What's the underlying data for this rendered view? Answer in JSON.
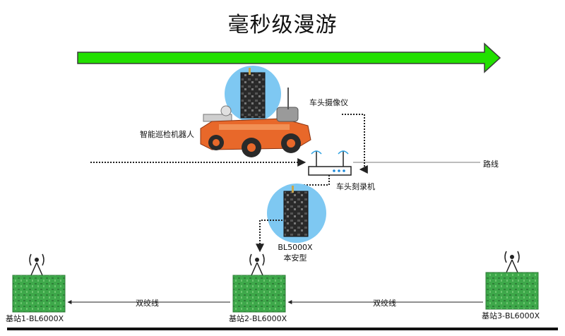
{
  "title": "毫秒级漫游",
  "labels": {
    "robot": "智能巡检机器人",
    "camera": "车头摄像仪",
    "route": "路线",
    "recorder": "车头刻录机",
    "module_line1": "BL5000X",
    "module_line2": "本安型",
    "cable_left": "双绞线",
    "cable_right": "双绞线",
    "station1": "基站1-BL6000X",
    "station2": "基站2-BL6000X",
    "station3": "基站3-BL6000X"
  },
  "colors": {
    "arrow_fill": "#22e000",
    "arrow_stroke": "#3a3a3a",
    "circle": "#7ec8f2",
    "robot_orange": "#e8682a",
    "board_green": "#3ea84a"
  },
  "icons": [
    "antenna-icon",
    "router-icon",
    "circuit-board-icon",
    "robot-icon"
  ]
}
